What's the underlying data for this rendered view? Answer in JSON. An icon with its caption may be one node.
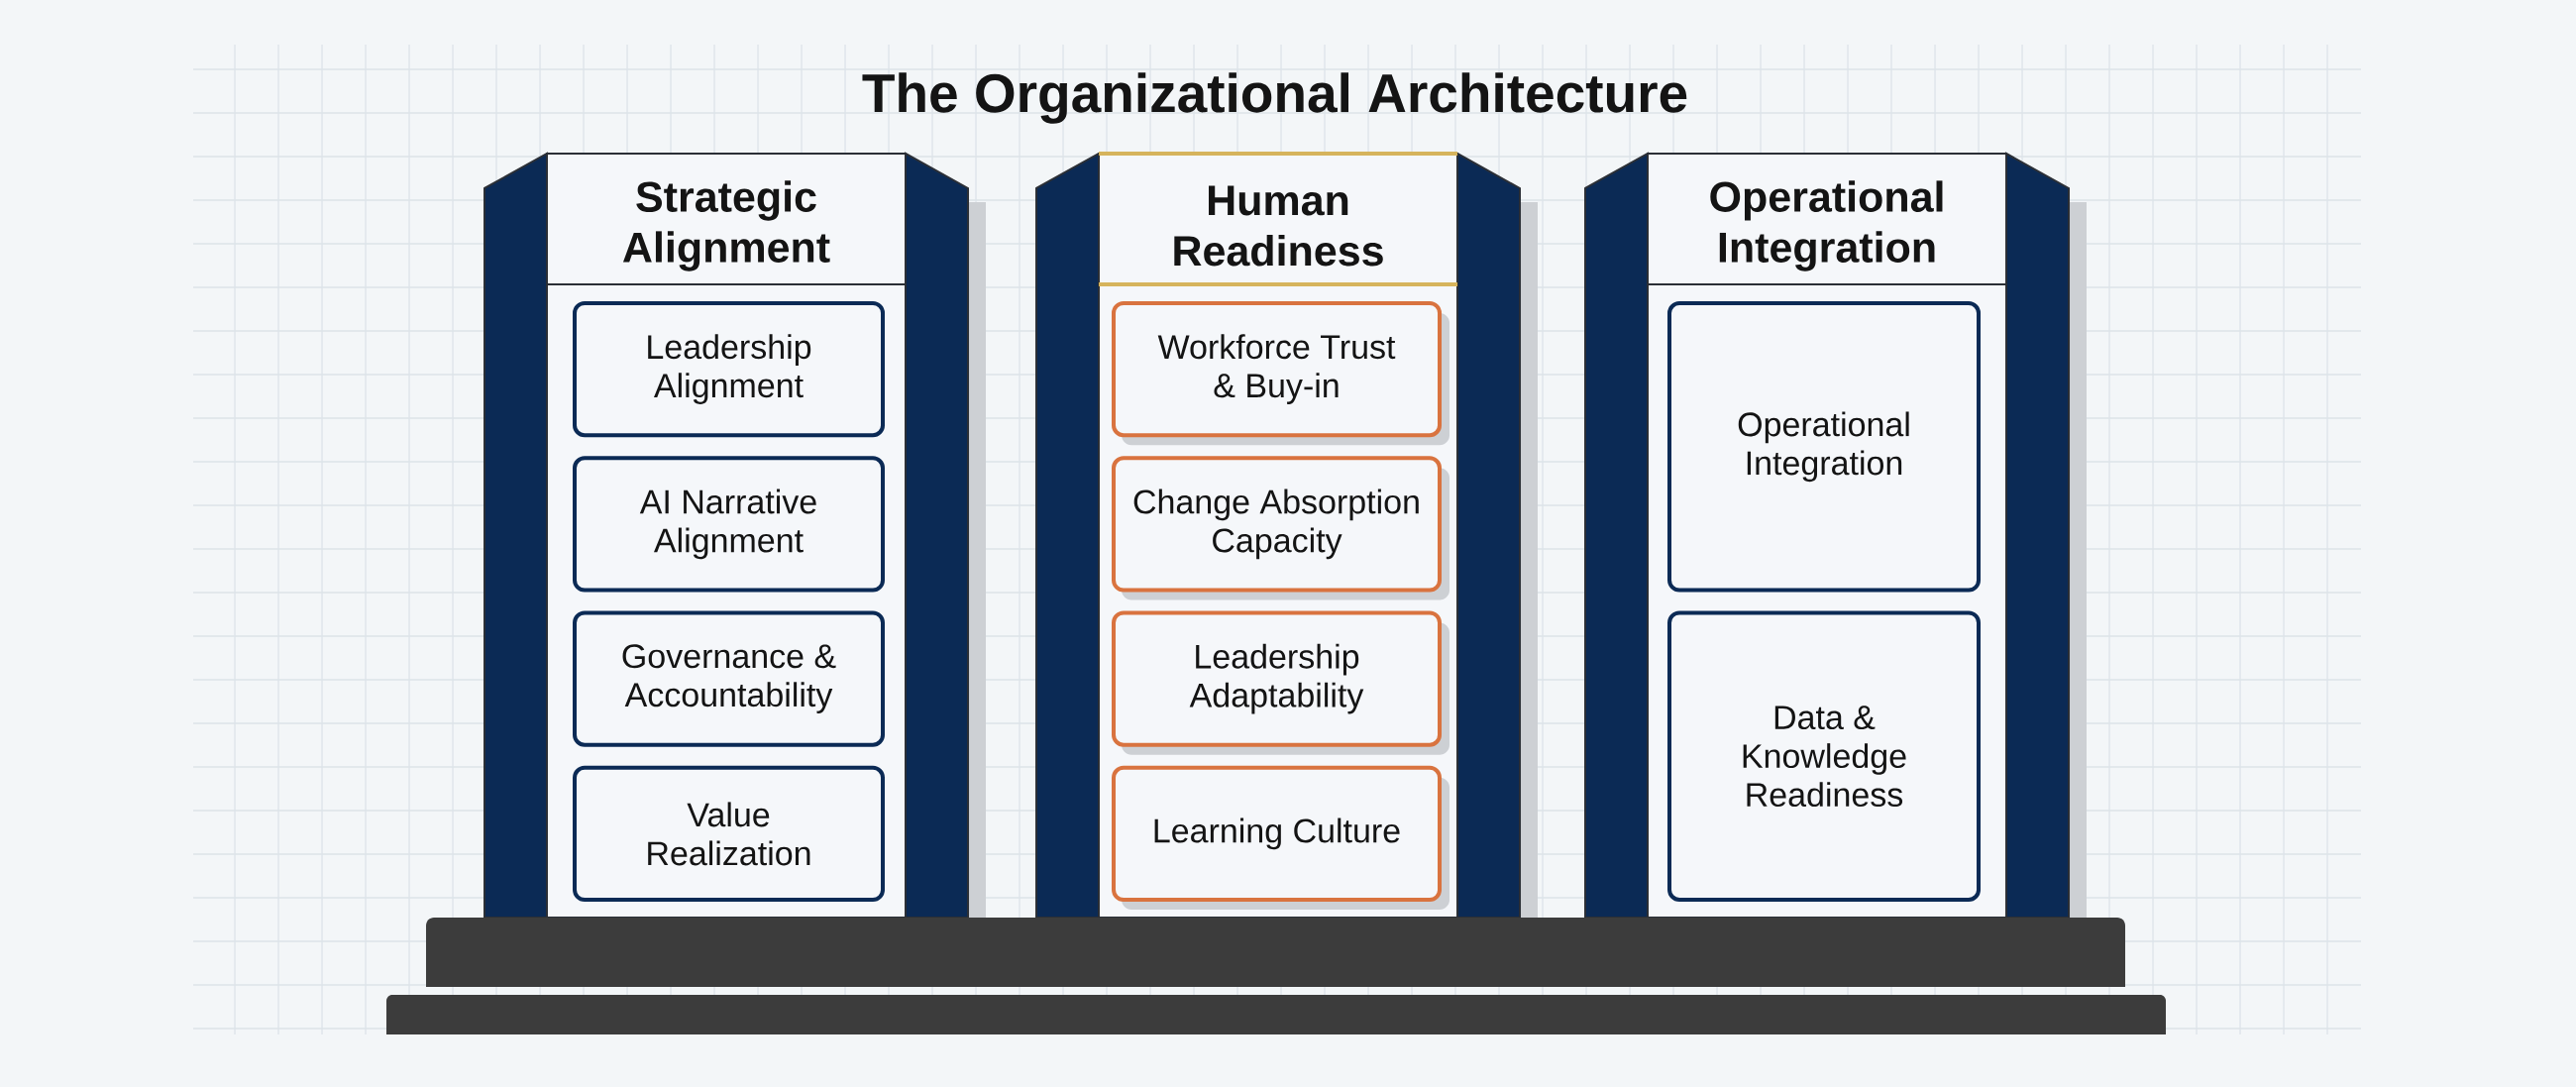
{
  "diagram": {
    "title": "The Organizational Architecture",
    "nodes": [
      {
        "text": [
          "Strategic Alignment"
        ]
      },
      {
        "text": [
          "Leadership Alignment"
        ],
        "in": 0
      },
      {
        "text": [
          "AI Narrative Alignment"
        ],
        "in": 0
      },
      {
        "text": [
          "Governance & Accountability"
        ],
        "in": 0
      },
      {
        "text": [
          "Value Realization"
        ],
        "in": 0
      },
      {
        "text": [
          "Human Readiness"
        ]
      },
      {
        "text": [
          "Workforce Trust & Buy-in"
        ],
        "in": 5
      },
      {
        "text": [
          "Change Absorption Capacity"
        ],
        "in": 5
      },
      {
        "text": [
          "Leadership Adaptability"
        ],
        "in": 5
      },
      {
        "text": [
          "Learning Culture"
        ],
        "in": 5
      },
      {
        "text": [
          "Operational Integration"
        ]
      },
      {
        "text": [
          "Operational Integration"
        ],
        "in": 10
      },
      {
        "text": [
          "Data & Knowledge Readiness"
        ],
        "in": 10
      }
    ]
  }
}
